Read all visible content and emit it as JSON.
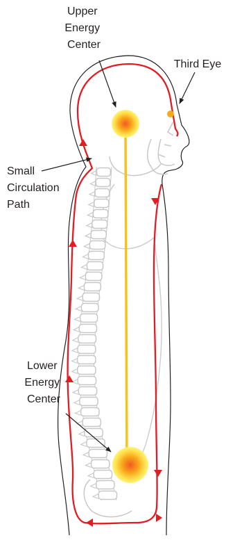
{
  "labels": {
    "upper_energy_center": [
      "Upper",
      "Energy",
      "Center"
    ],
    "third_eye": "Third Eye",
    "small_circulation_path": [
      "Small",
      "Circulation",
      "Path"
    ],
    "lower_energy_center": [
      "Lower",
      "Energy",
      "Center"
    ]
  },
  "colors": {
    "circulation_path": "#e31b23",
    "energy_channel": "#f7c21a",
    "energy_center_core": "#f15a24",
    "energy_center_glow": "#ffe14d",
    "body_outline": "#231f20",
    "skeleton": "#c8c8c8"
  }
}
